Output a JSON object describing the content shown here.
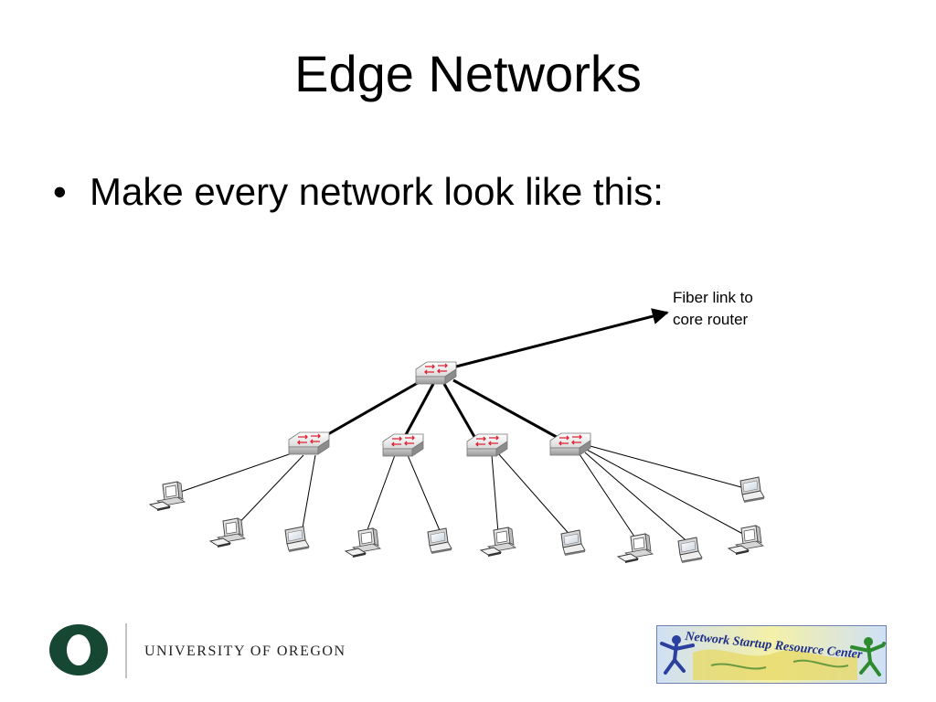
{
  "slide": {
    "title": "Edge Networks",
    "bullet": "Make every network look like this:"
  },
  "diagram": {
    "fiber_label_line1": "Fiber link to",
    "fiber_label_line2": "core router",
    "switch_icon": "network-switch-icon",
    "desktop_icon": "desktop-computer-icon",
    "laptop_icon": "laptop-icon"
  },
  "footer": {
    "university": "UNIVERSITY OF OREGON",
    "nsrc_logo_text": "Network Startup Resource Center",
    "uo_green": "#154733",
    "nsrc_blue": "#2a3f9e"
  }
}
